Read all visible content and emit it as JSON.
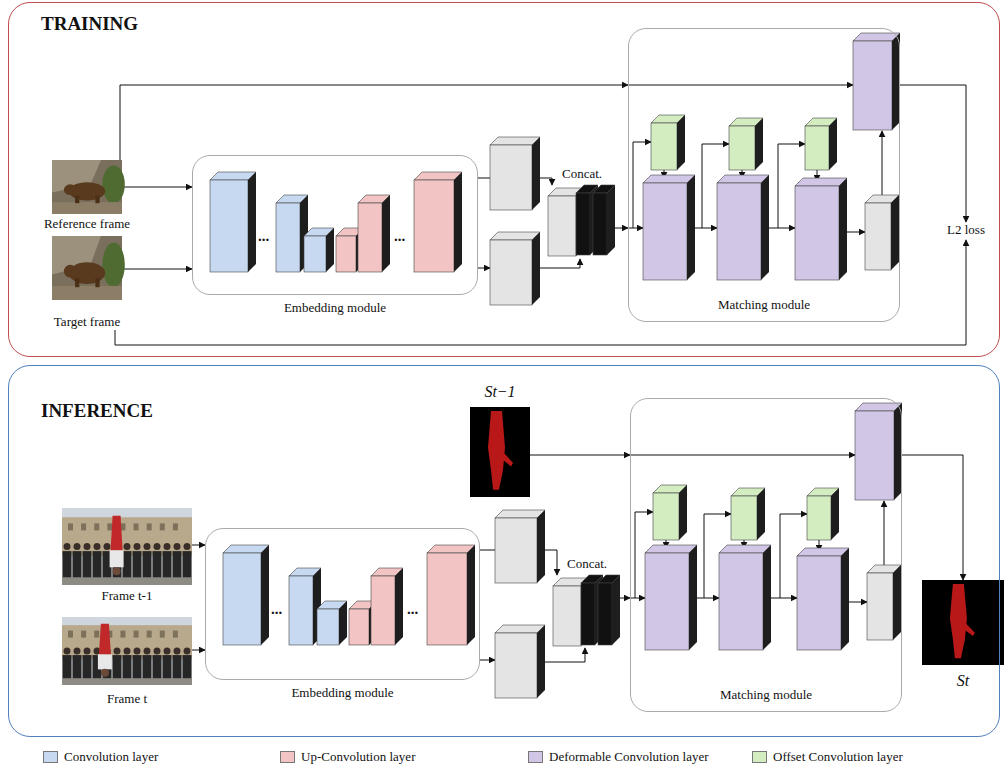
{
  "diagram": {
    "nodes": [
      {
        "text": [
          "TRAINING"
        ]
      },
      {
        "text": [
          "Reference frame"
        ],
        "in": 0
      },
      {
        "text": [
          "Target frame"
        ],
        "in": 0
      },
      {
        "text": [
          "Embedding module"
        ],
        "in": 0
      },
      {
        "text": [
          "Concat."
        ],
        "in": 0
      },
      {
        "text": [
          "Matching module"
        ],
        "in": 0
      },
      {
        "text": [
          "L2 loss"
        ],
        "in": 0
      },
      {
        "text": [
          "INFERENCE"
        ]
      },
      {
        "text": [
          "Frame t-1"
        ],
        "in": 7
      },
      {
        "text": [
          "Frame t"
        ],
        "in": 7
      },
      {
        "text": [
          "St−1"
        ],
        "in": 7
      },
      {
        "text": [
          "Embedding module"
        ],
        "in": 7
      },
      {
        "text": [
          "Concat."
        ],
        "in": 7
      },
      {
        "text": [
          "Matching module"
        ],
        "in": 7
      },
      {
        "text": [
          "St"
        ],
        "in": 7
      }
    ],
    "edges": [
      {
        "from": 1,
        "to": 3,
        "arrow": "to"
      },
      {
        "from": 2,
        "to": 3,
        "arrow": "to"
      },
      {
        "from": 3,
        "to": 4,
        "arrow": "to"
      },
      {
        "from": 4,
        "to": 5,
        "arrow": "to"
      },
      {
        "from": 1,
        "to": 5,
        "arrow": "to"
      },
      {
        "from": 5,
        "to": 6,
        "arrow": "to"
      },
      {
        "from": 2,
        "to": 6,
        "arrow": "to"
      },
      {
        "from": 8,
        "to": 11,
        "arrow": "to"
      },
      {
        "from": 9,
        "to": 11,
        "arrow": "to"
      },
      {
        "from": 11,
        "to": 12,
        "arrow": "to"
      },
      {
        "from": 12,
        "to": 13,
        "arrow": "to"
      },
      {
        "from": 10,
        "to": 13,
        "arrow": "to"
      },
      {
        "from": 13,
        "to": 14,
        "arrow": "to"
      }
    ],
    "labels": [
      "...",
      "...",
      "...",
      "..."
    ],
    "legend": [
      {
        "text": "Convolution layer",
        "color": "#c6d9f1"
      },
      {
        "text": "Up-Convolution layer",
        "color": "#f2c4c4"
      },
      {
        "text": "Deformable Convolution layer",
        "color": "#d2c6e6"
      },
      {
        "text": "Offset Convolution layer",
        "color": "#d3ecc0"
      }
    ]
  }
}
